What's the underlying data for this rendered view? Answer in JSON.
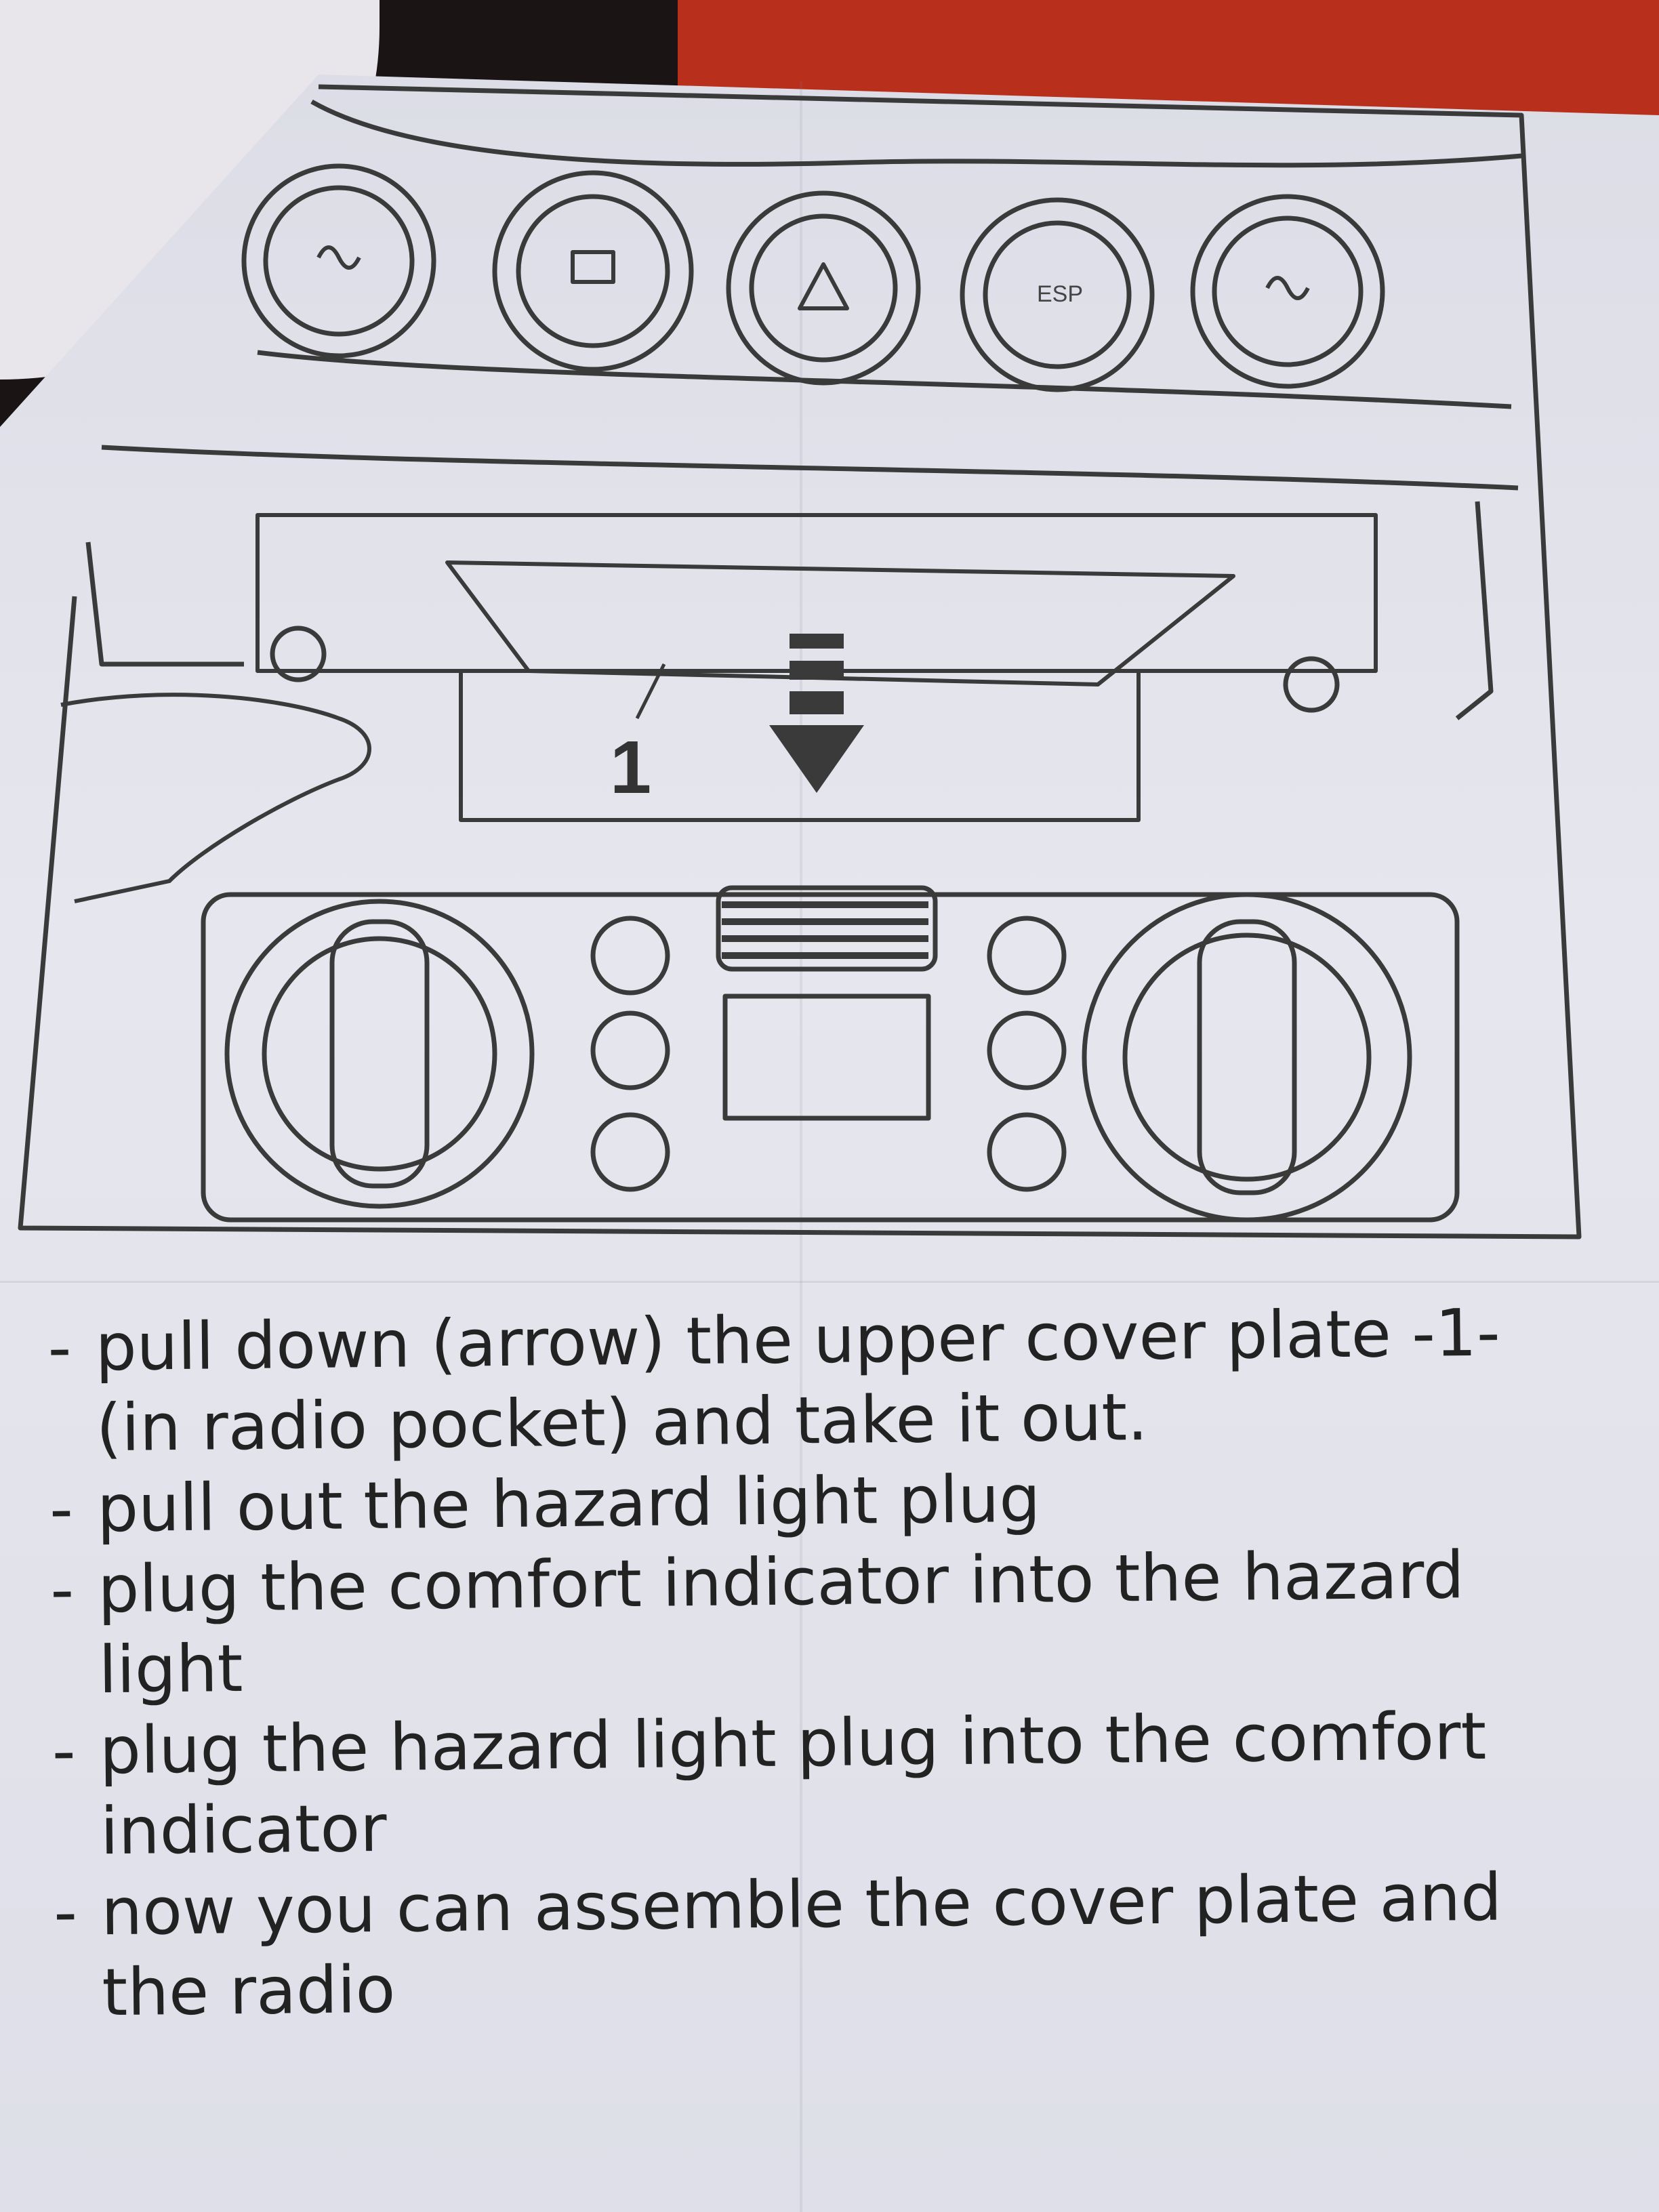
{
  "diagram": {
    "callout_label": "1",
    "esp_label": "ESP",
    "switch_icons": [
      "seat-heat-icon",
      "rear-defrost-icon",
      "hazard-triangle-icon",
      "esp-icon",
      "seat-heat-icon"
    ]
  },
  "instructions": {
    "steps": [
      {
        "dash": "-",
        "text": "pull down (arrow) the upper cover plate -1- (in radio pocket) and take it out."
      },
      {
        "dash": "-",
        "text": "pull out the hazard light plug"
      },
      {
        "dash": "-",
        "text": "plug the comfort indicator into the hazard light"
      },
      {
        "dash": "-",
        "text": "plug the hazard light plug into the comfort indicator"
      },
      {
        "dash": "-",
        "text": "now you can assemble the cover plate and the radio"
      }
    ]
  },
  "colors": {
    "paper": "#e2e3ea",
    "ink": "#2a2a2a",
    "background_red": "#b8301c"
  }
}
